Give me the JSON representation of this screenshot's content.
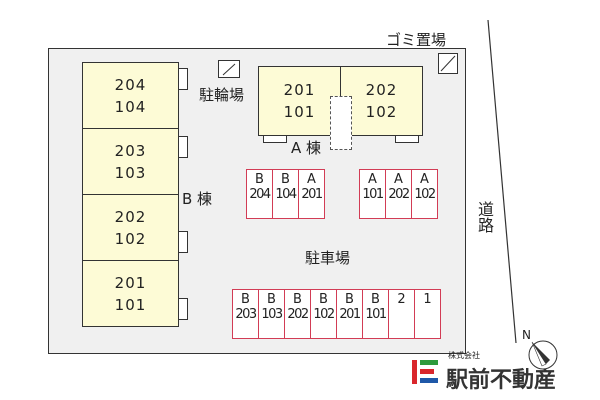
{
  "labels": {
    "bike_parking": "駐輪場",
    "garbage": "ゴミ置場",
    "a_building": "A 棟",
    "b_building": "B 棟",
    "parking": "駐車場",
    "road": [
      "道",
      "路"
    ],
    "company_small": "株式会社",
    "company": "駅前不動産",
    "north": "N"
  },
  "b_building_units": [
    {
      "top": "204",
      "bottom": "104"
    },
    {
      "top": "203",
      "bottom": "103"
    },
    {
      "top": "202",
      "bottom": "102"
    },
    {
      "top": "201",
      "bottom": "101"
    }
  ],
  "a_building_units": [
    {
      "top": "201",
      "bottom": "101"
    },
    {
      "top": "202",
      "bottom": "102"
    }
  ],
  "parking_group1": [
    {
      "top": "B",
      "bottom": "204"
    },
    {
      "top": "B",
      "bottom": "104"
    },
    {
      "top": "A",
      "bottom": "201"
    }
  ],
  "parking_group2": [
    {
      "top": "A",
      "bottom": "101"
    },
    {
      "top": "A",
      "bottom": "202"
    },
    {
      "top": "A",
      "bottom": "102"
    }
  ],
  "parking_group3": [
    {
      "top": "B",
      "bottom": "203"
    },
    {
      "top": "B",
      "bottom": "103"
    },
    {
      "top": "B",
      "bottom": "202"
    },
    {
      "top": "B",
      "bottom": "102"
    },
    {
      "top": "B",
      "bottom": "201"
    },
    {
      "top": "B",
      "bottom": "101"
    },
    {
      "top": "2",
      "bottom": ""
    },
    {
      "top": "1",
      "bottom": ""
    }
  ],
  "colors": {
    "building_fill": "#fdfbd6",
    "parking_border": "#d23c55",
    "lot_fill": "#f0f0f0",
    "logo_red": "#d9262c",
    "logo_green": "#2e9a3c",
    "logo_blue": "#1f58a8"
  }
}
